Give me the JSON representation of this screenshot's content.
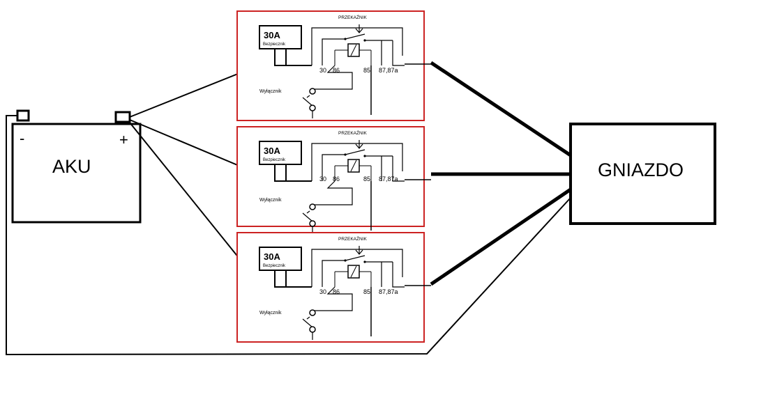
{
  "battery": {
    "label": "AKU",
    "minus": "-",
    "plus": "+"
  },
  "socket": {
    "label": "GNIAZDO"
  },
  "modules": [
    {
      "fuse_value": "30A",
      "fuse_text": "Bezpiecznik",
      "relay_label": "PRZEKAŹNIK",
      "switch_label": "Wyłącznik",
      "terminals": {
        "t30": "30",
        "t86": "86",
        "t85": "85",
        "t87": "87,87a"
      }
    },
    {
      "fuse_value": "30A",
      "fuse_text": "Bezpiecznik",
      "relay_label": "PRZEKAŹNIK",
      "switch_label": "Wyłącznik",
      "terminals": {
        "t30": "30",
        "t86": "86",
        "t85": "85",
        "t87": "87,87a"
      }
    },
    {
      "fuse_value": "30A",
      "fuse_text": "Bezpiecznik",
      "relay_label": "PRZEKAŹNIK",
      "switch_label": "Wyłącznik",
      "terminals": {
        "t30": "30",
        "t86": "86",
        "t85": "85",
        "t87": "87,87a"
      }
    }
  ],
  "colors": {
    "module_border": "#cc2222",
    "wire": "#000000"
  }
}
